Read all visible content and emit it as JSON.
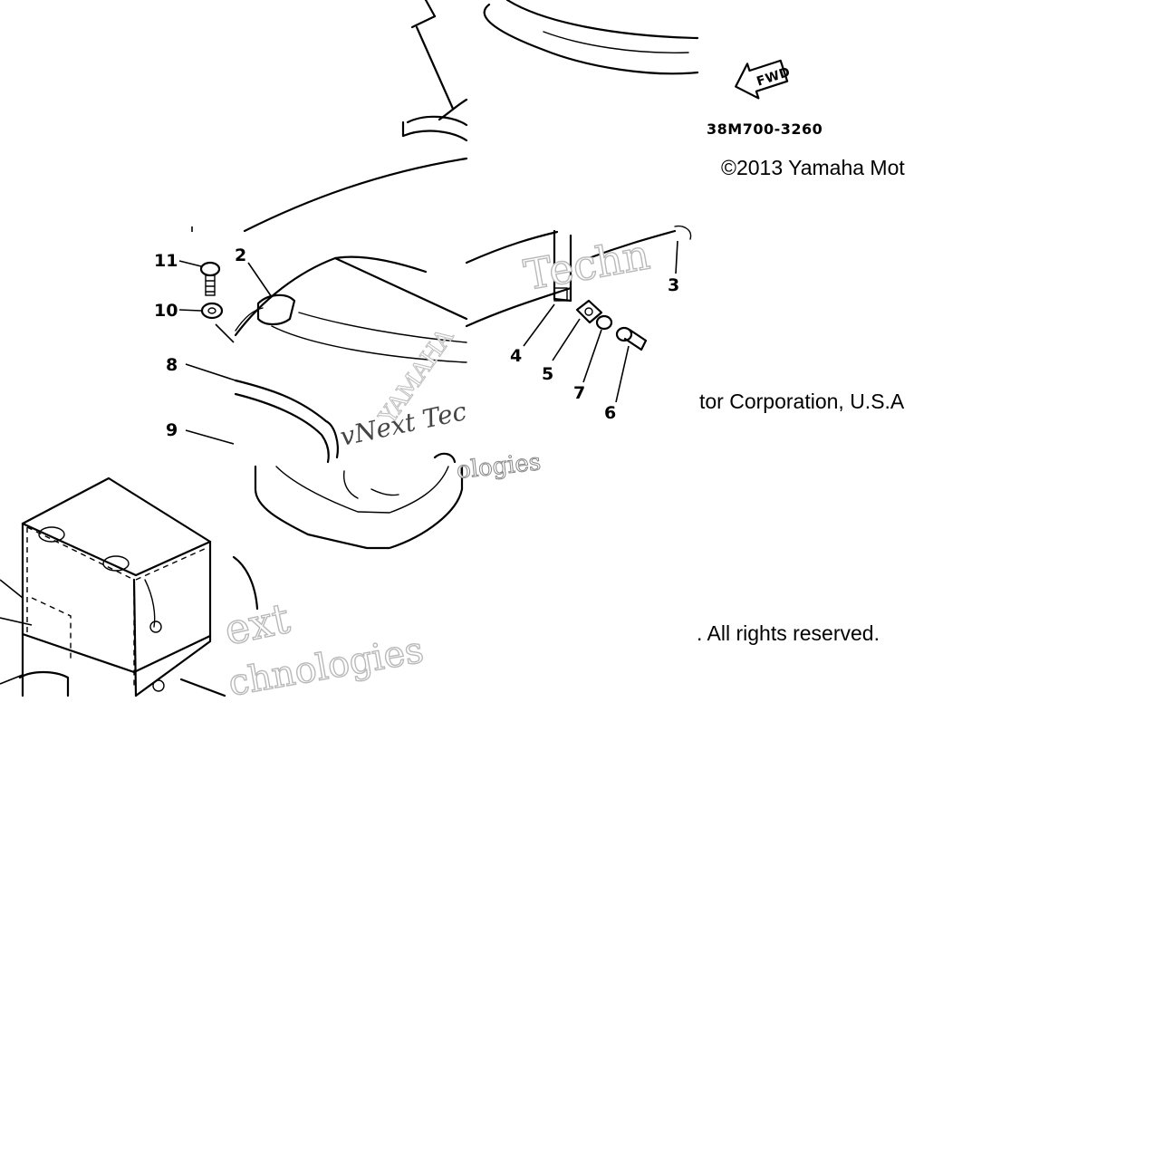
{
  "diagram": {
    "part_code": "38M700-3260",
    "fwd_label": "FWD",
    "copyright_lines": [
      "©2013 Yamaha Mot",
      "tor Corporation, U.S.A",
      ". All rights reserved."
    ],
    "callouts": [
      "11",
      "10",
      "2",
      "8",
      "9",
      "4",
      "5",
      "7",
      "6",
      "3"
    ],
    "watermark": {
      "fragments": [
        "Techn",
        "ext",
        "chnologies",
        "ologies",
        "vNext Tec",
        "YAMAHA"
      ]
    }
  }
}
